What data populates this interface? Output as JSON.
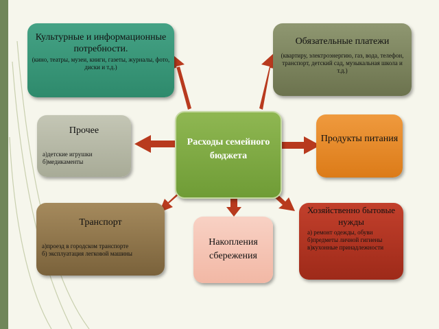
{
  "center": {
    "title": "Расходы семейного бюджета"
  },
  "culture": {
    "title": "Культурные и информационные потребности.",
    "desc": "(кино, театры, музеи, книги, газеты, журналы, фото, диски и т.д.)"
  },
  "mandatory": {
    "title": "Обязательные платежи",
    "desc": "(квартиру, электроэнергию, газ, вода, телефон, транспорт, детский сад, музыкальная школа и т.д.)"
  },
  "other": {
    "title": "Прочее",
    "items": [
      "а)детские игрушки",
      "б)медикаменты"
    ]
  },
  "food": {
    "title": "Продукты питания"
  },
  "transport": {
    "title": "Транспорт",
    "items": [
      "а)проезд в городском транспорте",
      "б) эксплуатация легковой машины"
    ]
  },
  "savings": {
    "title": "Накопления сбережения"
  },
  "household": {
    "title": "Хозяйственно бытовые нужды",
    "items": [
      "а) ремонт одежды, обуви",
      "б)предметы личной гигиены",
      "в)кухонные принадлежности"
    ]
  },
  "colors": {
    "arrow": "#b83a1e",
    "center": "#7fab44",
    "culture": "#3a9678",
    "mandatory": "#7e855f",
    "other": "#b6b8a6",
    "food": "#e5892b",
    "transport": "#8f764c",
    "savings": "#f5c4b4",
    "household": "#b03622"
  }
}
